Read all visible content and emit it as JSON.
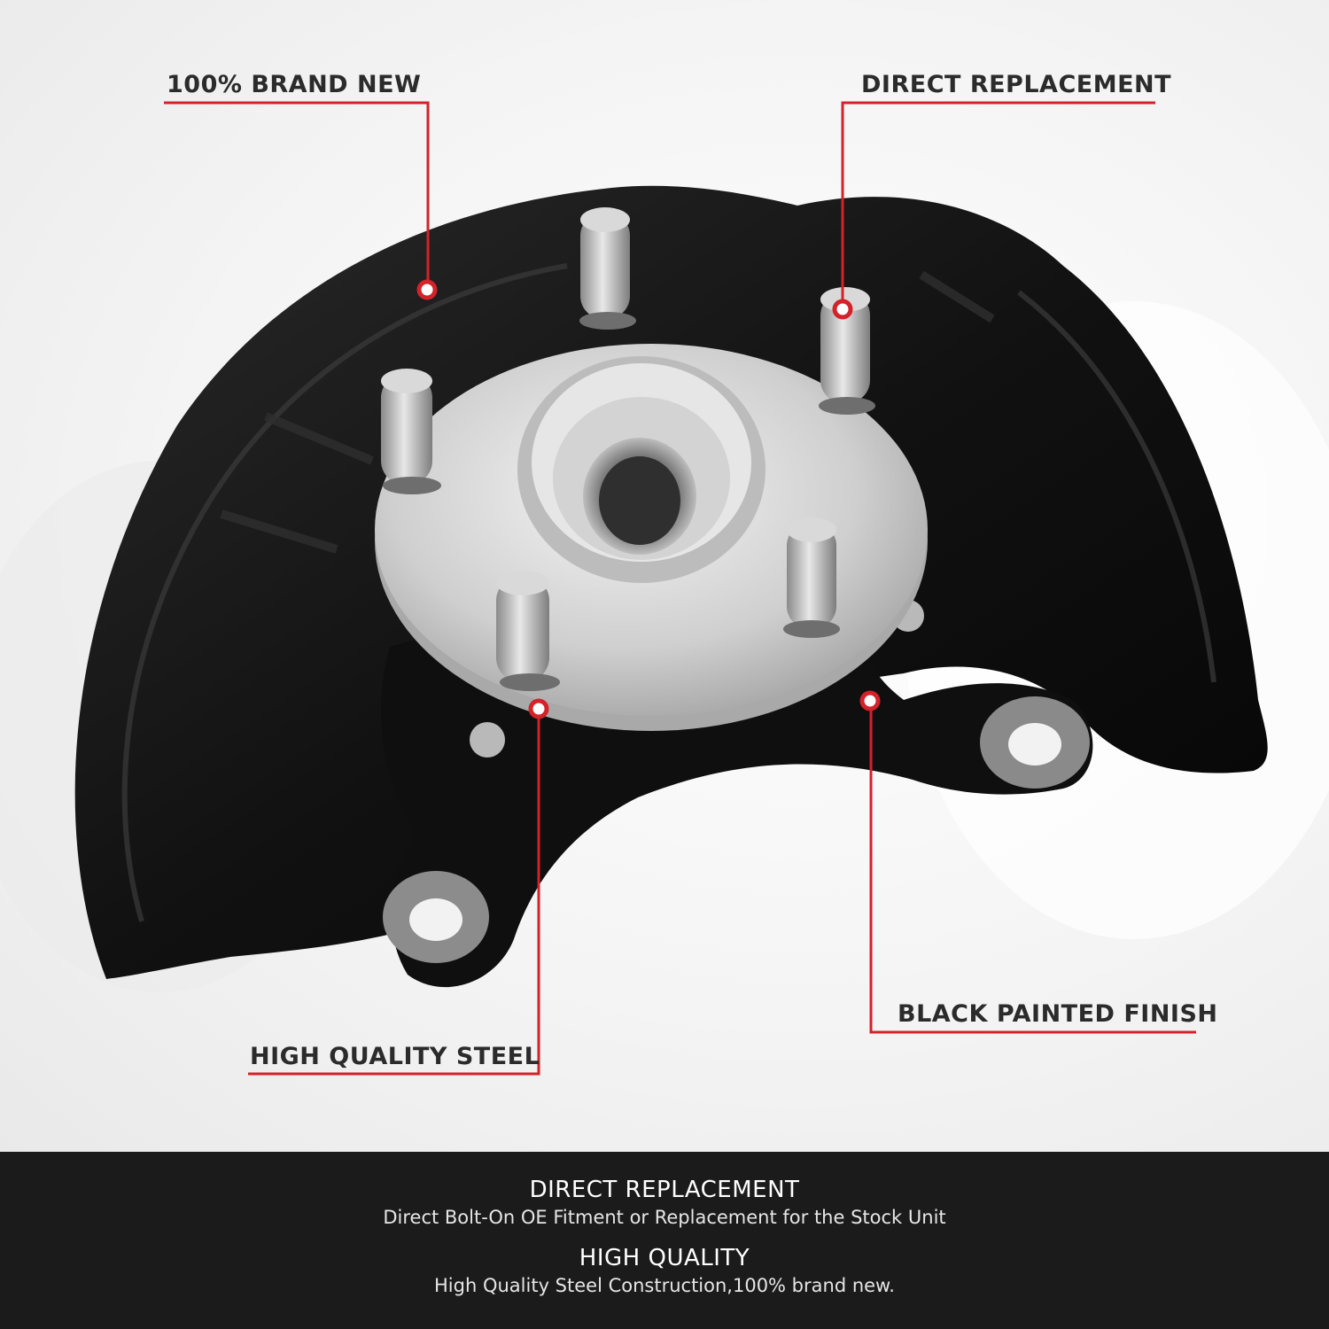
{
  "callouts": [
    {
      "id": "brand_new",
      "label": "100% BRAND NEW"
    },
    {
      "id": "direct_replacement",
      "label": "DIRECT REPLACEMENT"
    },
    {
      "id": "black_painted_finish",
      "label": "BLACK PAINTED FINISH"
    },
    {
      "id": "high_quality_steel",
      "label": "HIGH QUALITY STEEL"
    }
  ],
  "info": [
    {
      "title": "DIRECT REPLACEMENT",
      "description": "Direct Bolt-On OE Fitment or Replacement for the Stock Unit"
    },
    {
      "title": "HIGH QUALITY",
      "description": "High Quality Steel Construction,100% brand new."
    }
  ],
  "colors": {
    "accent": "#d3222a",
    "band": "#1b1b1b",
    "label": "#2b2b2b"
  }
}
